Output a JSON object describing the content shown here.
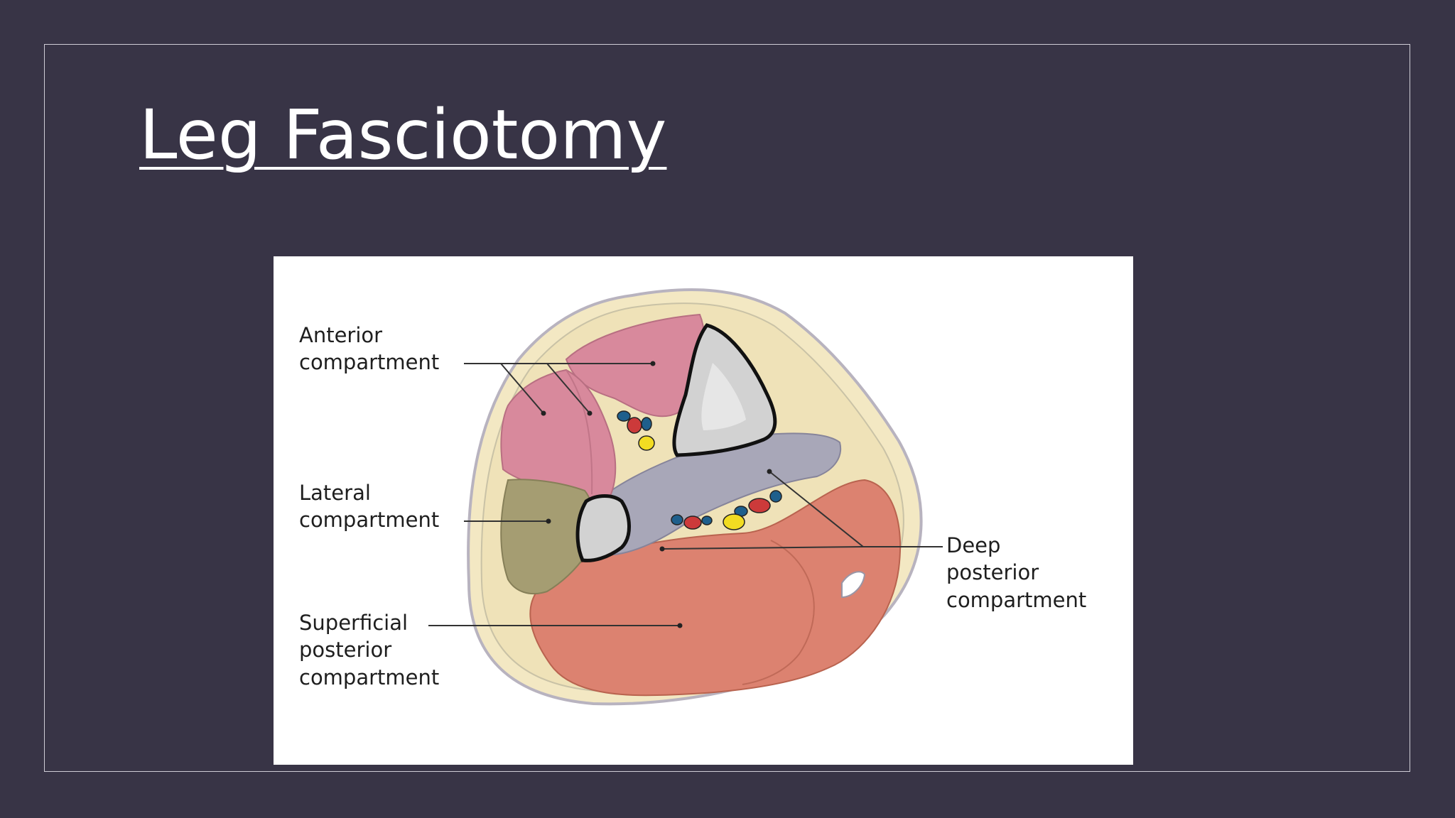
{
  "slide": {
    "title": "Leg Fasciotomy"
  },
  "diagram": {
    "labels": {
      "anterior": [
        "Anterior",
        "compartment"
      ],
      "lateral": [
        "Lateral",
        "compartment"
      ],
      "superficial_posterior": [
        "Superficial",
        "posterior",
        "compartment"
      ],
      "deep_posterior": [
        "Deep",
        "posterior",
        "compartment"
      ]
    },
    "colors": {
      "background": "#383446",
      "anterior_muscle": "#d8899c",
      "lateral_muscle": "#a59d72",
      "superficial_posterior_muscle": "#dc8270",
      "deep_posterior_muscle": "#a8a7b8",
      "subcutaneous_fat": "#f3e8c3",
      "bone": "#d2d2d2",
      "artery": "#cc3a3a",
      "vein": "#1e5f8c",
      "nerve": "#f2dc22"
    }
  }
}
